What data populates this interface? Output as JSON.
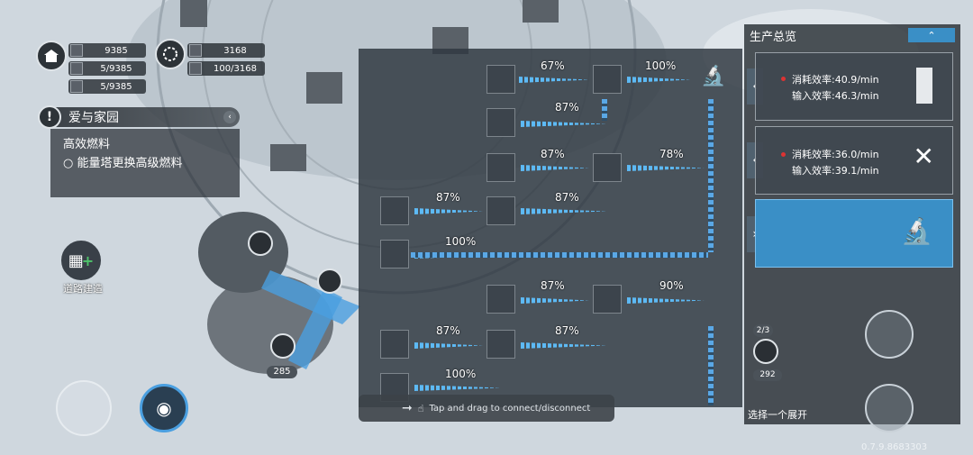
{
  "resources": {
    "row1": "9385",
    "row2": "5/9385",
    "row3": "5/9385",
    "row4": "3168",
    "row5": "100/3168"
  },
  "quest": {
    "title": "爱与家园",
    "task": "高效燃料",
    "subtask": "○ 能量塔更换高级燃料"
  },
  "road_build_label": "道路建造",
  "map_badge": "285",
  "production": {
    "percents": [
      "67%",
      "100%",
      "87%",
      "87%",
      "78%",
      "87%",
      "87%",
      "100%",
      "87%",
      "90%",
      "87%",
      "87%",
      "100%"
    ]
  },
  "side_panel": {
    "title": "生产总览",
    "cards": [
      {
        "consume": "消耗效率:40.9/min",
        "input": "输入效率:46.3/min",
        "icon": "tower-icon"
      },
      {
        "consume": "消耗效率:36.0/min",
        "input": "输入效率:39.1/min",
        "icon": "fork-knife-icon"
      },
      {
        "icon": "microscope-icon"
      }
    ],
    "select_label": "选择一个展开",
    "right_badge_top": "2/3",
    "right_badge_bottom": "292"
  },
  "hint_text": "Tap and drag to connect/disconnect",
  "version": "0.7.9.8683303",
  "colors": {
    "accent": "#3a8fc6",
    "arrow": "#5dbaf5"
  }
}
